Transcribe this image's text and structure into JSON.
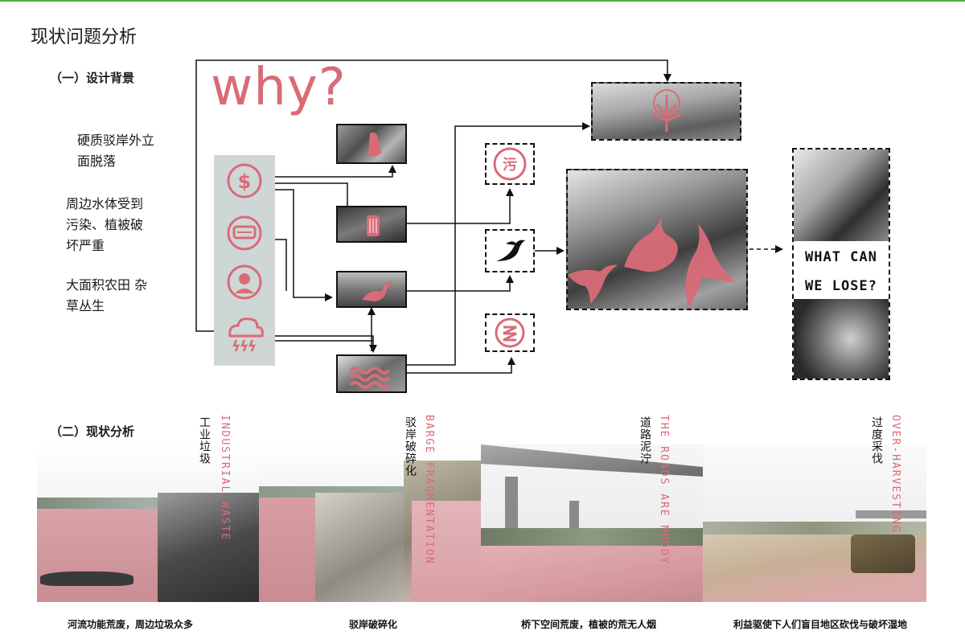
{
  "page": {
    "title": "现状问题分析"
  },
  "section1": {
    "title": "（一）设计背景",
    "problems": [
      "硬质驳岸外立\n面脱落",
      "周边水体受到\n污染、植被破\n坏严重",
      "大面积农田 杂\n草丛生"
    ]
  },
  "diagram": {
    "why": "why?",
    "pollution_char": "污",
    "outcome_line1": "WHAT CAN",
    "outcome_line2": "WE LOSE?",
    "colors": {
      "accent": "#d96b77",
      "arrow": "#111111",
      "icon_panel": "#cfd6d6"
    }
  },
  "section2": {
    "title": "（二）现状分析",
    "labels": [
      {
        "cn": "工业垃圾",
        "en": "INDUSTRIAL WASTE"
      },
      {
        "cn": "驳岸破碎化",
        "en": "BARGE FRAGMENTATION"
      },
      {
        "cn": "道路泥泞",
        "en": "THE ROADS ARE MUDDY"
      },
      {
        "cn": "过度采伐",
        "en": "OVER-HARVESTING"
      }
    ],
    "captions": [
      "河流功能荒废，周边垃圾众多",
      "驳岸破碎化",
      "桥下空间荒废，植被的荒无人烟",
      "利益驱使下人们盲目地区砍伐与破坏湿地"
    ]
  }
}
